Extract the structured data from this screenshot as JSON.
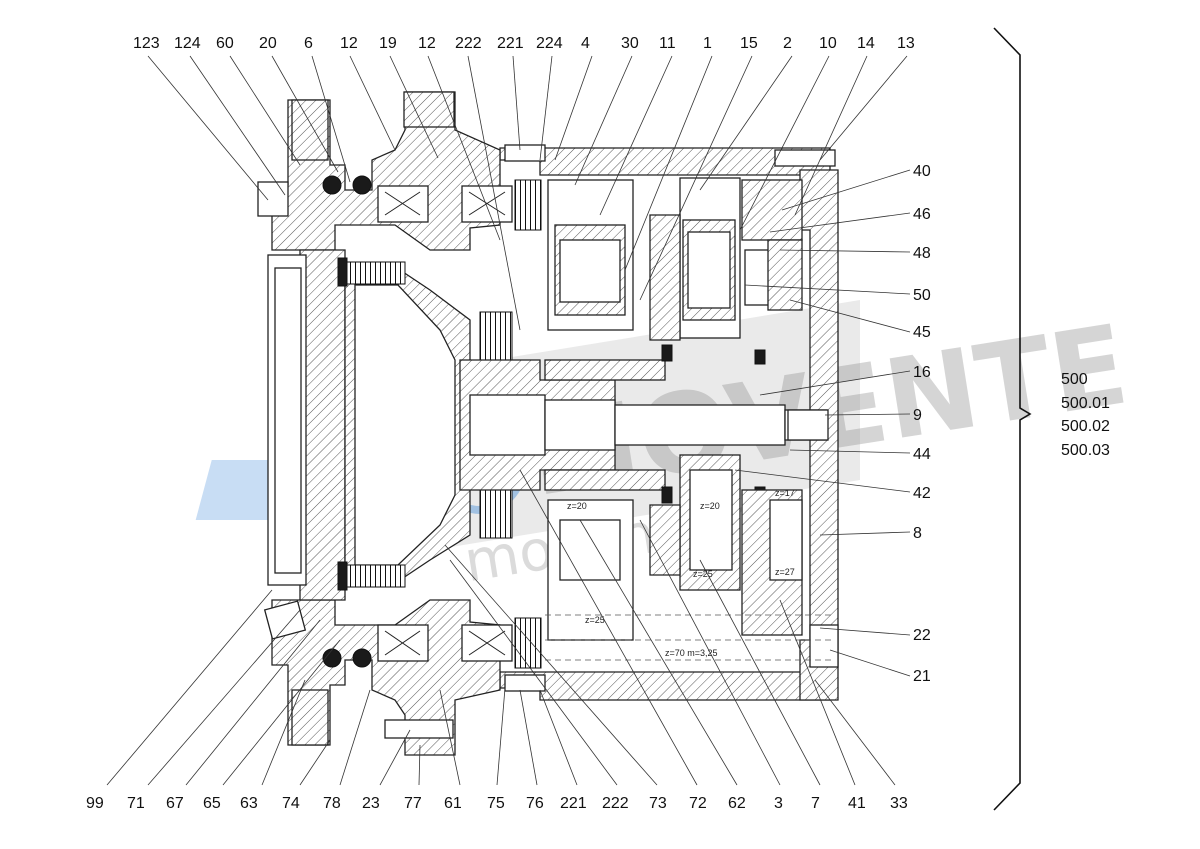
{
  "top_labels": [
    "123",
    "124",
    "60",
    "20",
    "6",
    "12",
    "19",
    "12",
    "222",
    "221",
    "224",
    "4",
    "30",
    "11",
    "1",
    "15",
    "2",
    "10",
    "14",
    "13"
  ],
  "right_labels": [
    "40",
    "46",
    "48",
    "50",
    "45",
    "16",
    "9",
    "44",
    "42",
    "8",
    "22",
    "21"
  ],
  "bottom_labels": [
    "99",
    "71",
    "67",
    "65",
    "63",
    "74",
    "78",
    "23",
    "77",
    "61",
    "75",
    "76",
    "221",
    "222",
    "73",
    "72",
    "62",
    "3",
    "7",
    "41",
    "33"
  ],
  "reference_codes": [
    "500",
    "500.01",
    "500.02",
    "500.03"
  ],
  "gear_annotations": [
    "z=20",
    "z=20",
    "z=17",
    "z=25",
    "z=27",
    "z=25",
    "z=70  m=3,25"
  ],
  "watermark": {
    "brand": "MOVENTE",
    "site": "moventa.ru"
  },
  "colors": {
    "line": "#222222",
    "watermark": "#8a8a8a",
    "accent_watermark": "#4a90d9"
  }
}
